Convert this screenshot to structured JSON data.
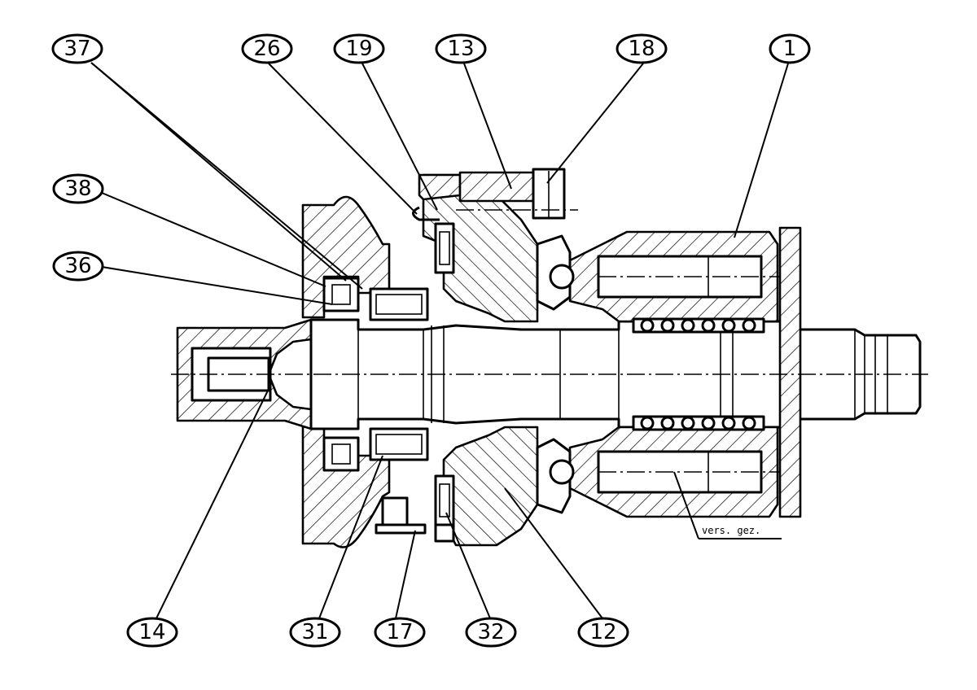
{
  "balloons": [
    {
      "id": "b37",
      "text": "37"
    },
    {
      "id": "b26",
      "text": "26"
    },
    {
      "id": "b19",
      "text": "19"
    },
    {
      "id": "b13",
      "text": "13"
    },
    {
      "id": "b18",
      "text": "18"
    },
    {
      "id": "b1",
      "text": "1"
    },
    {
      "id": "b38",
      "text": "38"
    },
    {
      "id": "b36",
      "text": "36"
    },
    {
      "id": "b14",
      "text": "14"
    },
    {
      "id": "b31",
      "text": "31"
    },
    {
      "id": "b17",
      "text": "17"
    },
    {
      "id": "b32",
      "text": "32"
    },
    {
      "id": "b12",
      "text": "12"
    }
  ],
  "annotation": {
    "text": "vers. gez."
  }
}
